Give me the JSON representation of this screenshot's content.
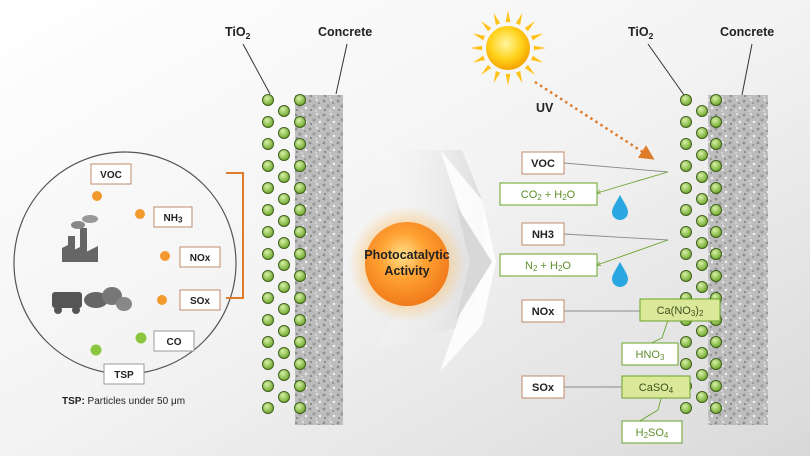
{
  "left": {
    "header_tio2": "TiO",
    "header_tio2_sub": "2",
    "header_concrete": "Concrete",
    "pollutants": [
      {
        "label": "VOC"
      },
      {
        "label": "NH",
        "sub": "3"
      },
      {
        "label": "NOx"
      },
      {
        "label": "SOx"
      },
      {
        "label": "CO"
      },
      {
        "label": "TSP"
      }
    ],
    "note_bold": "TSP:",
    "note_text": " Particles under 50 μm"
  },
  "center": {
    "activity_line1": "Photocatalytic",
    "activity_line2": "Activity"
  },
  "right": {
    "header_tio2": "TiO",
    "header_tio2_sub": "2",
    "header_concrete": "Concrete",
    "uv_label": "UV",
    "inputs": [
      "VOC",
      "NH3",
      "NOx",
      "SOx"
    ],
    "products": {
      "co2_h2o": {
        "p1": "CO",
        "s1": "2",
        "p2": " + H",
        "s2": "2",
        "p3": "O"
      },
      "n2_h2o": {
        "p1": "N",
        "s1": "2",
        "p2": " + H",
        "s2": "2",
        "p3": "O"
      },
      "ca_no3": {
        "p1": "Ca(NO",
        "s1": "3",
        "p2": ")",
        "s2": "2"
      },
      "hno3": {
        "p1": "HNO",
        "s1": "3"
      },
      "caso4": {
        "p1": "CaSO",
        "s1": "4"
      },
      "h2so4": {
        "p1": "H",
        "s1": "2",
        "p2": "SO",
        "s2": "4"
      }
    }
  },
  "colors": {
    "orange_accent": "#e07b2a",
    "sun_yellow": "#ffd21a",
    "green_bead": "#8cc63f",
    "green_text": "#5e8f2c",
    "label_border": "#c08a6a",
    "water_blue": "#2aa7e0",
    "concrete_gray": "#b5b5b5"
  }
}
